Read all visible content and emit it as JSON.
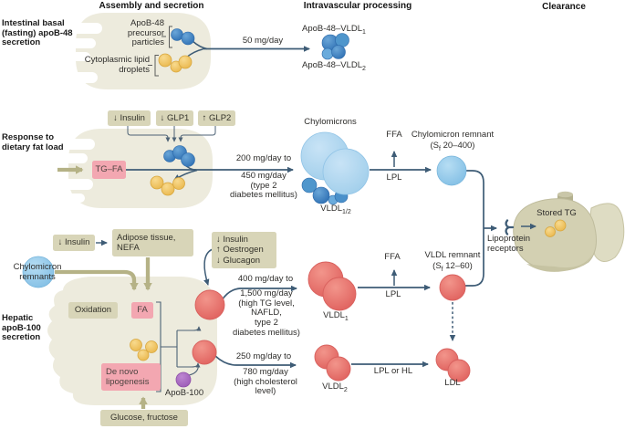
{
  "headers": {
    "assembly": "Assembly and secretion",
    "intravascular": "Intravascular processing",
    "clearance": "Clearance"
  },
  "intestinal_basal": {
    "side_label": "Intestinal basal\n(fasting) apoB-48\nsecretion",
    "precursor_label": "ApoB-48\nprecursor\nparticles",
    "droplets_label": "Cytoplasmic lipid\ndroplets",
    "flux": "50 mg/day",
    "vldl1": {
      "base": "ApoB-48–VLDL",
      "sub": "1"
    },
    "vldl2": {
      "base": "ApoB-48–VLDL",
      "sub": "2"
    }
  },
  "dietary_fat": {
    "side_label": "Response to\ndietary fat load",
    "boxes": {
      "insulin": "↓ Insulin",
      "glp1": "↓ GLP1",
      "glp2": "↑ GLP2",
      "tgfa": "TG–FA"
    },
    "flux_top": "200 mg/day to",
    "flux_bottom": "450 mg/day\n(type 2\ndiabetes mellitus)",
    "chylomicrons": "Chylomicrons",
    "vldl_half": {
      "base": "VLDL",
      "sub": "1/2"
    },
    "ffa": "FFA",
    "lpl": "LPL",
    "remnant_label": "Chylomicron remnant",
    "remnant_sf": {
      "pre": "(S",
      "sub": "f",
      "post": " 20–400)"
    }
  },
  "hepatic": {
    "side_label": "Hepatic\napoB-100\nsecretion",
    "insulin_box": "↓ Insulin",
    "adipose_box": "Adipose tissue,\nNEFA",
    "chylo_remnants": "Chylomicron\nremnants",
    "oxidation_box": "Oxidation",
    "fa_box": "FA",
    "denovo_box": "De novo\nlipogenesis",
    "glucose_box": "Glucose, fructose",
    "apob100": "ApoB-100",
    "hormone_box": "↓ Insulin\n↑ Oestrogen\n↓ Glucagon",
    "flux1_top": "400 mg/day to",
    "flux1_bottom": "1,500 mg/day\n(high TG level,\nNAFLD,\ntype 2\ndiabetes mellitus)",
    "flux2_top": "250 mg/day to",
    "flux2_bottom": "780 mg/day\n(high cholesterol\nlevel)",
    "vldl1": {
      "base": "VLDL",
      "sub": "1"
    },
    "vldl2": {
      "base": "VLDL",
      "sub": "2"
    },
    "ffa": "FFA",
    "lpl": "LPL",
    "lpl_or_hl": "LPL or HL",
    "vldl_remnant_label": "VLDL remnant",
    "vldl_remnant_sf": {
      "pre": "(S",
      "sub": "f",
      "post": " 12–60)"
    },
    "ldl": "LDL"
  },
  "clearance_panel": {
    "stored_tg": "Stored TG",
    "receptors": "Lipoprotein\nreceptors"
  },
  "palette": {
    "arrow": "#3e5c76",
    "olive_arrow": "#b5b286",
    "tan_box": "#d8d5b8",
    "pink_box": "#f3a7b1",
    "cell_fill": "#edebdd",
    "blue_dark": "#2e72b7",
    "blue_chylomicron": "#a9d3ee",
    "blue_remnant": "#8ac4e8",
    "red_particle": "#e7736d",
    "yellow_droplet": "#f1c35e",
    "purple_apob": "#a76cc0",
    "liver": "#d3d0b2"
  }
}
